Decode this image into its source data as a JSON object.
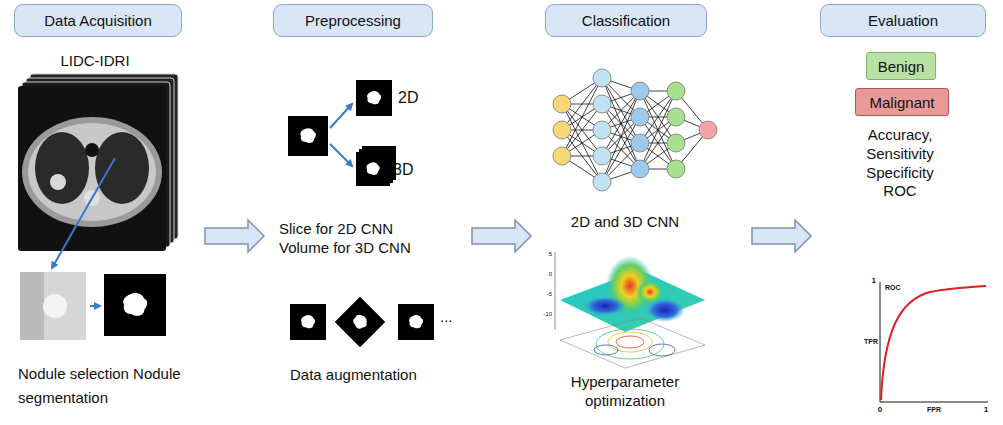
{
  "diagram": {
    "nodes": [
      {
        "text": [
          "Data Acquisition"
        ]
      },
      {
        "text": [
          "Preprocessing"
        ]
      },
      {
        "text": [
          "Classification"
        ]
      },
      {
        "text": [
          "Evaluation"
        ]
      },
      {
        "text": [
          "Benign"
        ]
      },
      {
        "text": [
          "Malignant"
        ]
      }
    ],
    "labels": [
      "LIDC-IDRI",
      "Nodule selection Nodule segmentation",
      "2D",
      "3D",
      "Slice for 2D CNN Volume for 3D CNN",
      "...",
      "Data augmentation",
      "2D and 3D CNN",
      "5",
      "0",
      "-5",
      "-10",
      "Hyperparameter optimization",
      "Accuracy, Sensitivity Specificity ROC",
      "1",
      "ROC",
      "TPR",
      "0",
      "FPR",
      "1"
    ]
  }
}
